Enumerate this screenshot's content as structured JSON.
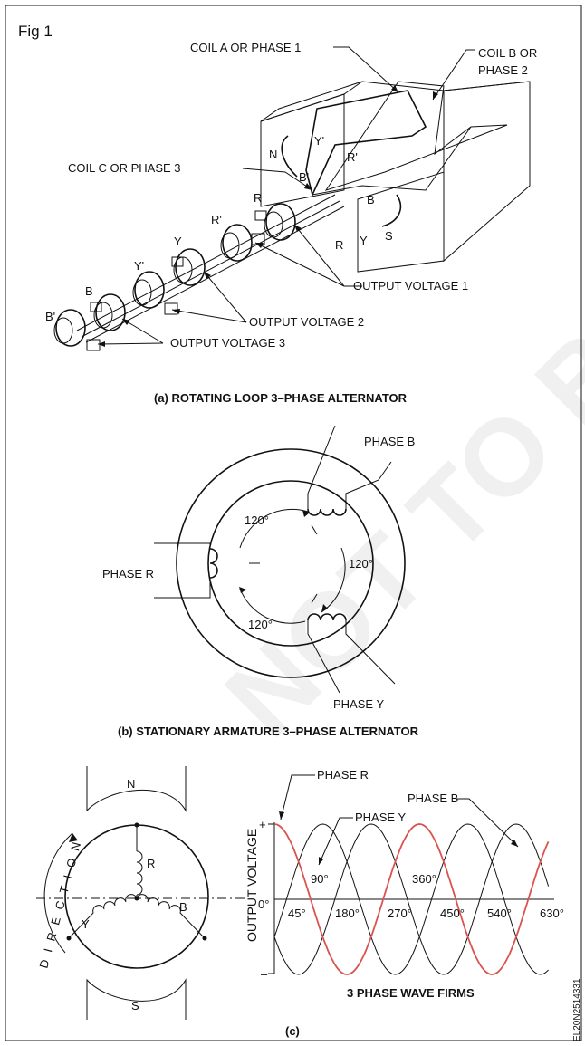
{
  "figure_label": "Fig 1",
  "part_a": {
    "labels": {
      "coil_a": "COIL A OR PHASE 1",
      "coil_b_line1": "COIL B OR",
      "coil_b_line2": "PHASE 2",
      "coil_c": "COIL C OR PHASE 3",
      "pole_n": "N",
      "pole_s": "S",
      "y_prime": "Y'",
      "r_prime": "R'",
      "b_prime": "B'",
      "b": "B",
      "r": "R",
      "y": "Y",
      "ring_r": "R",
      "ring_r_prime": "R'",
      "ring_y": "Y",
      "ring_y_prime": "Y'",
      "ring_b": "B",
      "ring_b_prime": "B'",
      "output_1": "OUTPUT VOLTAGE 1",
      "output_2": "OUTPUT VOLTAGE 2",
      "output_3": "OUTPUT VOLTAGE 3"
    },
    "caption": "(a)  ROTATING LOOP 3–PHASE ALTERNATOR"
  },
  "part_b": {
    "labels": {
      "phase_b": "PHASE B",
      "phase_r": "PHASE R",
      "phase_y": "PHASE Y",
      "angle_1": "120°",
      "angle_2": "120°",
      "angle_3": "120°"
    },
    "caption": "(b)  STATIONARY ARMATURE 3–PHASE ALTERNATOR"
  },
  "part_c": {
    "machine": {
      "pole_n": "N",
      "pole_s": "S",
      "direction": "DIRECTION",
      "coil_r": "R",
      "coil_y": "Y",
      "coil_b": "B"
    },
    "wave": {
      "phase_r": "PHASE R",
      "phase_y": "PHASE Y",
      "phase_b": "PHASE B",
      "y_axis_label": "OUTPUT VOLTAGE",
      "plus": "+",
      "minus": "–",
      "zero": "0°",
      "ticks_upper": [
        "90°",
        "360°"
      ],
      "ticks_lower": [
        "45°",
        "180°",
        "270°",
        "450°",
        "540°",
        "630°"
      ],
      "title": "3 PHASE WAVE FIRMS",
      "highlight_color": "#d9534f"
    },
    "caption": "(c)"
  },
  "side_code": "EL20N2514331",
  "watermark": "NOT TO BE REPUBLISHED ©"
}
